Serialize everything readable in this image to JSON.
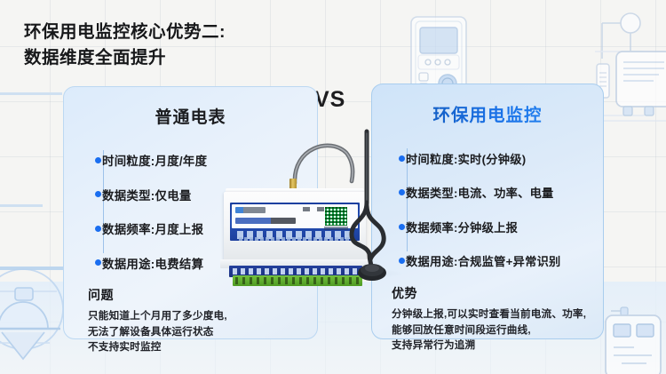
{
  "heading": {
    "line1": "环保用电监控核心优势二:",
    "line2": "数据维度全面提升"
  },
  "vs_label": "VS",
  "left_card": {
    "title": "普通电表",
    "bullets": [
      "时间粒度:月度/年度",
      "数据类型:仅电量",
      "数据频率:月度上报",
      "数据用途:电费结算"
    ],
    "note_title": "问题",
    "note_body": "只能知道上个月用了多少度电,\n无法了解设备具体运行状态\n不支持实时监控"
  },
  "right_card": {
    "title": "环保用电监控",
    "bullets": [
      "时间粒度:实时(分钟级)",
      "数据类型:电流、功率、电量",
      "数据频率:分钟级上报",
      "数据用途:合规监管+异常识别"
    ],
    "note_title": "优势",
    "note_body": "分钟级上报,可以实时查看当前电流、功率,\n能够回放任意时间段运行曲线,\n支持异常行为追溯"
  },
  "colors": {
    "background": "#f5f5f3",
    "accent_blue": "#1a6ef0",
    "card_left_border": "#bcd8f2",
    "card_right_border": "#a9cdee",
    "title_dark": "#1c1d20",
    "right_title_blue": "#1565d8",
    "device_label_blue": "#2550b5",
    "terminal_green": "#74c23e"
  },
  "icons": {
    "bullet": "bullet-dot-icon",
    "device": "power-monitoring-terminal-icon",
    "antenna": "antenna-icon",
    "coax": "coax-cable-icon",
    "qr": "qr-code-icon",
    "bg_meter": "electric-meter-outline-icon",
    "bg_cabinet": "control-cabinet-outline-icon",
    "bg_gauge": "gauge-outline-icon",
    "bg_panel": "panel-outline-icon"
  }
}
